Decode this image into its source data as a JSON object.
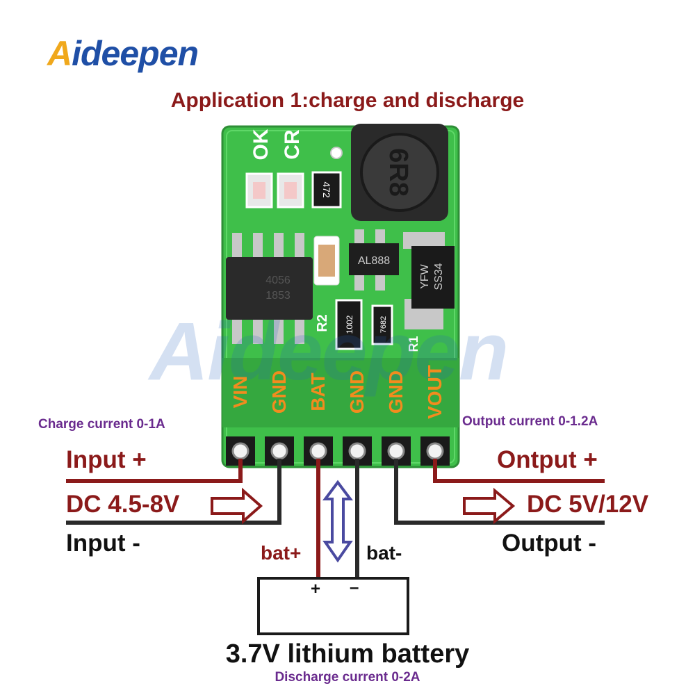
{
  "brand": {
    "logo_text": "Aideepen",
    "logo_first": "A",
    "logo_rest": "ideepen"
  },
  "title": "Application 1:charge and discharge",
  "board": {
    "silkscreen": {
      "ok": "OK",
      "cr": "CR",
      "r2": "R2",
      "r1": "R1"
    },
    "inductor_mark": "6R8",
    "resistor_472": "472",
    "resistor_1002": "1002",
    "resistor_7682": "7682",
    "chip_al888": "AL888",
    "diode_lines": [
      "YFW",
      "SS34"
    ],
    "ic_lines": [
      "4056",
      "1853"
    ],
    "pins": [
      "VIN",
      "GND",
      "BAT",
      "GND",
      "GND",
      "VOUT"
    ]
  },
  "labels": {
    "charge_current": "Charge current 0-1A",
    "output_current": "Output current 0-1.2A",
    "input_plus": "Input +",
    "input_dc": "DC 4.5-8V",
    "input_minus": "Input -",
    "output_plus": "Ontput +",
    "output_dc": "DC 5V/12V",
    "output_minus": "Output -",
    "bat_plus": "bat+",
    "bat_minus": "bat-",
    "battery_plus_sign": "+",
    "battery_minus_sign": "–",
    "battery": "3.7V lithium battery",
    "discharge_current": "Discharge current 0-2A"
  },
  "colors": {
    "wire_red": "#8b1a1a",
    "wire_black": "#2a2a2a",
    "pcb_green": "#3fbf4a",
    "pin_orange": "#f28c1e",
    "arrow_blue": "#4a4aa0",
    "logo_blue": "#1f4fa6",
    "logo_orange": "#f0a81c"
  }
}
